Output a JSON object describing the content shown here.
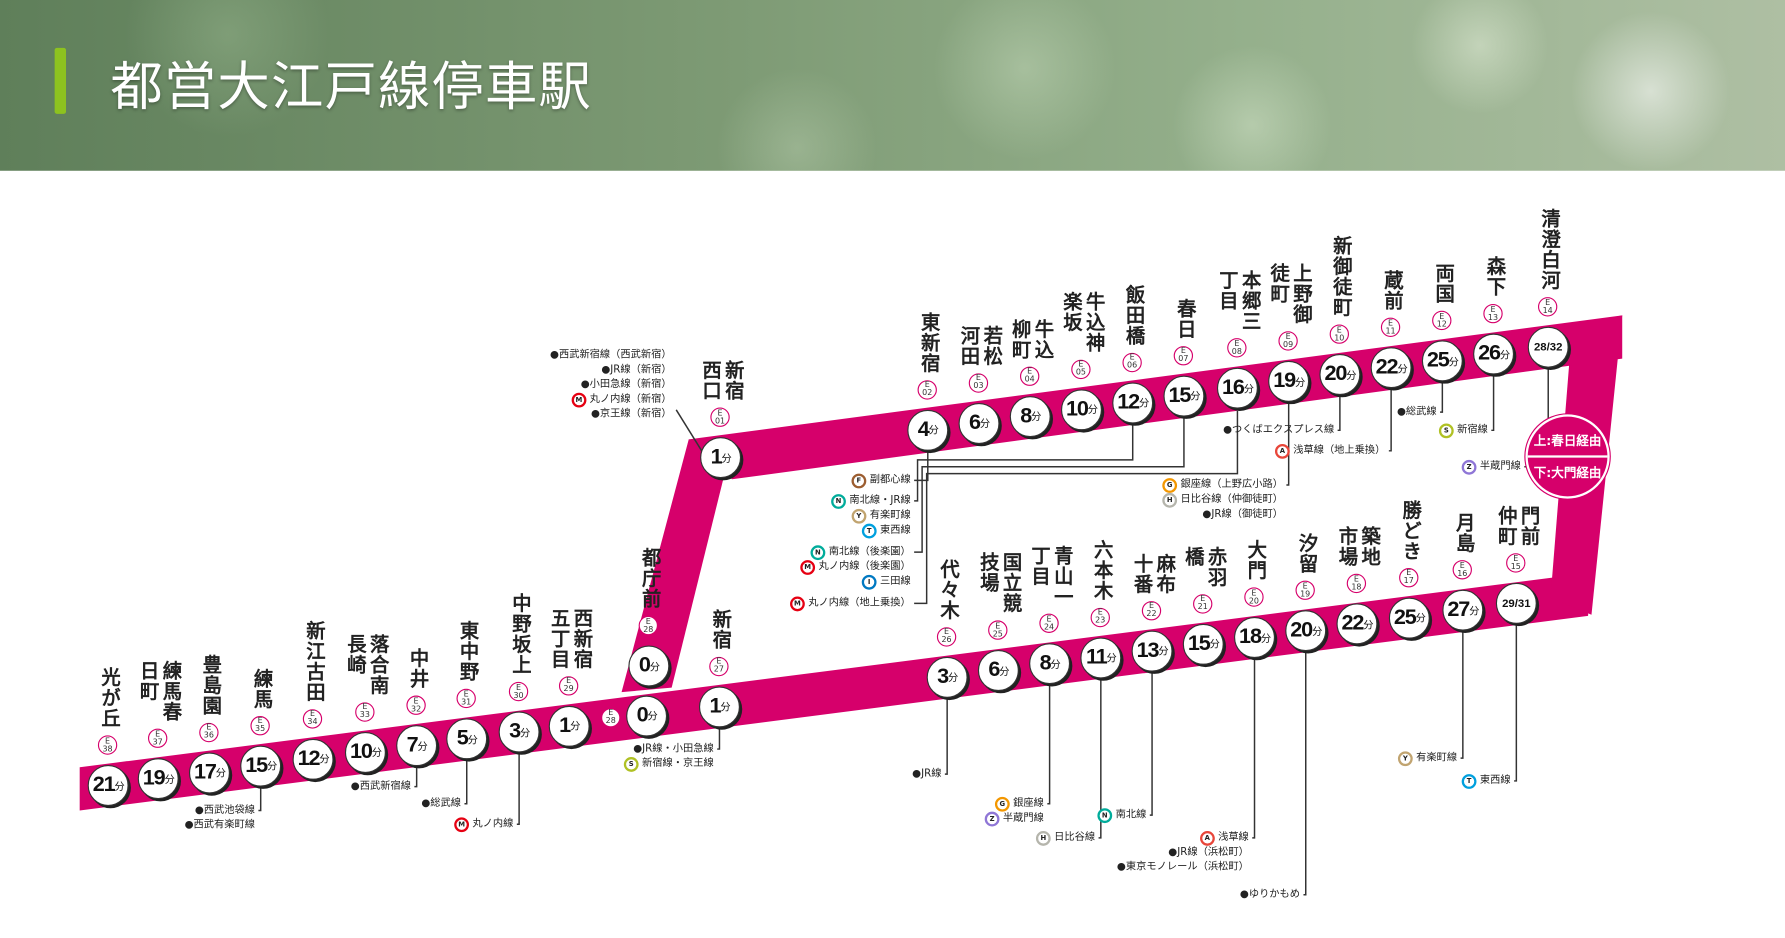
{
  "header": {
    "title": "都営大江戸線停車駅"
  },
  "colors": {
    "line": "#d6006b",
    "accent_bar": "#8dc21f"
  },
  "legend": {
    "upper": "上:春日経由",
    "lower": "下:大門経由"
  },
  "minute_unit": "分",
  "line_colors": {
    "M": "#e60012",
    "F": "#9c5e31",
    "Y": "#c1a470",
    "T": "#00a0de",
    "N": "#00ac9b",
    "I": "#0079c2",
    "G": "#f39700",
    "H": "#b5b5ac",
    "A": "#e8463a",
    "S": "#b0c124",
    "Z": "#8f76d6"
  },
  "stations": {
    "top": [
      {
        "name": "新宿西口",
        "code": "E 01",
        "minutes": "1",
        "transfers": [
          {
            "label": "西武新宿線（西武新宿）"
          },
          {
            "label": "JR線（新宿）"
          },
          {
            "label": "小田急線（新宿）"
          },
          {
            "badge": "M",
            "label": "丸ノ内線（新宿）"
          },
          {
            "label": "京王線（新宿）"
          }
        ]
      },
      {
        "name": "東新宿",
        "code": "E 02",
        "minutes": "4",
        "transfers": [
          {
            "badge": "F",
            "label": "副都心線"
          }
        ]
      },
      {
        "name": "若松河田",
        "code": "E 03",
        "minutes": "6",
        "transfers": []
      },
      {
        "name": "牛込柳町",
        "code": "E 04",
        "minutes": "8",
        "transfers": []
      },
      {
        "name": "牛込神楽坂",
        "code": "E 05",
        "minutes": "10",
        "transfers": []
      },
      {
        "name": "飯田橋",
        "code": "E 06",
        "minutes": "12",
        "transfers": [
          {
            "badge": "N",
            "label": "南北線・JR線"
          },
          {
            "badge": "Y",
            "label": "有楽町線"
          },
          {
            "badge": "T",
            "label": "東西線"
          }
        ]
      },
      {
        "name": "春日",
        "code": "E 07",
        "minutes": "15",
        "transfers": [
          {
            "badge": "N",
            "label": "南北線（後楽園）"
          },
          {
            "badge": "M",
            "label": "丸ノ内線（後楽園）"
          },
          {
            "badge": "I",
            "label": "三田線"
          }
        ]
      },
      {
        "name": "本郷三丁目",
        "code": "E 08",
        "minutes": "16",
        "transfers": [
          {
            "badge": "M",
            "label": "丸ノ内線（地上乗換）"
          }
        ]
      },
      {
        "name": "上野御徒町",
        "code": "E 09",
        "minutes": "19",
        "transfers": [
          {
            "badge": "G",
            "label": "銀座線（上野広小路）"
          },
          {
            "badge": "H",
            "label": "日比谷線（仲御徒町）"
          },
          {
            "label": "JR線（御徒町）"
          }
        ]
      },
      {
        "name": "新御徒町",
        "code": "E 10",
        "minutes": "20",
        "transfers": [
          {
            "label": "つくばエクスプレス線"
          }
        ]
      },
      {
        "name": "蔵前",
        "code": "E 11",
        "minutes": "22",
        "transfers": [
          {
            "badge": "A",
            "label": "浅草線（地上乗換）"
          }
        ]
      },
      {
        "name": "両国",
        "code": "E 12",
        "minutes": "25",
        "transfers": [
          {
            "label": "総武線"
          }
        ]
      },
      {
        "name": "森下",
        "code": "E 13",
        "minutes": "26",
        "transfers": [
          {
            "badge": "S",
            "label": "新宿線"
          }
        ]
      },
      {
        "name": "清澄白河",
        "code": "E 14",
        "minutes": "28/32",
        "transfers": [
          {
            "badge": "Z",
            "label": "半蔵門線"
          }
        ]
      }
    ],
    "shuttle": {
      "name": "都庁前",
      "code": "E 28",
      "minutes": "0"
    },
    "bottom": [
      {
        "name": "光が丘",
        "code": "E 38",
        "minutes": "21",
        "transfers": []
      },
      {
        "name": "練馬春日町",
        "code": "E 37",
        "minutes": "19",
        "transfers": []
      },
      {
        "name": "豊島園",
        "code": "E 36",
        "minutes": "17",
        "transfers": []
      },
      {
        "name": "練馬",
        "code": "E 35",
        "minutes": "15",
        "transfers": [
          {
            "label": "西武池袋線"
          },
          {
            "label": "西武有楽町線"
          }
        ]
      },
      {
        "name": "新江古田",
        "code": "E 34",
        "minutes": "12",
        "transfers": []
      },
      {
        "name": "落合南長崎",
        "code": "E 33",
        "minutes": "10",
        "transfers": []
      },
      {
        "name": "中井",
        "code": "E 32",
        "minutes": "7",
        "transfers": [
          {
            "label": "西武新宿線"
          }
        ]
      },
      {
        "name": "東中野",
        "code": "E 31",
        "minutes": "5",
        "transfers": [
          {
            "label": "総武線"
          }
        ]
      },
      {
        "name": "中野坂上",
        "code": "E 30",
        "minutes": "3",
        "transfers": [
          {
            "badge": "M",
            "label": "丸ノ内線"
          }
        ]
      },
      {
        "name": "西新宿五丁目",
        "code": "E 29",
        "minutes": "1",
        "transfers": []
      },
      {
        "name": "都庁前",
        "code": "E 28",
        "minutes": "0",
        "transfers": []
      },
      {
        "name": "新宿",
        "code": "E 27",
        "minutes": "1",
        "transfers": [
          {
            "label": "JR線・小田急線"
          },
          {
            "badge": "S",
            "label": "新宿線・京王線"
          }
        ]
      },
      {
        "name": "代々木",
        "code": "E 26",
        "minutes": "3",
        "transfers": [
          {
            "label": "JR線"
          }
        ]
      },
      {
        "name": "国立競技場",
        "code": "E 25",
        "minutes": "6",
        "transfers": []
      },
      {
        "name": "青山一丁目",
        "code": "E 24",
        "minutes": "8",
        "transfers": [
          {
            "badge": "G",
            "label": "銀座線"
          },
          {
            "badge": "Z",
            "label": "半蔵門線"
          }
        ]
      },
      {
        "name": "六本木",
        "code": "E 23",
        "minutes": "11",
        "transfers": [
          {
            "badge": "H",
            "label": "日比谷線"
          }
        ]
      },
      {
        "name": "麻布十番",
        "code": "E 22",
        "minutes": "13",
        "transfers": [
          {
            "badge": "N",
            "label": "南北線"
          }
        ]
      },
      {
        "name": "赤羽橋",
        "code": "E 21",
        "minutes": "15",
        "transfers": []
      },
      {
        "name": "大門",
        "code": "E 20",
        "minutes": "18",
        "transfers": [
          {
            "badge": "A",
            "label": "浅草線"
          },
          {
            "label": "JR線（浜松町）"
          },
          {
            "label": "東京モノレール（浜松町）"
          }
        ]
      },
      {
        "name": "汐留",
        "code": "E 19",
        "minutes": "20",
        "transfers": [
          {
            "label": "ゆりかもめ"
          }
        ]
      },
      {
        "name": "築地市場",
        "code": "E 18",
        "minutes": "22",
        "transfers": []
      },
      {
        "name": "勝どき",
        "code": "E 17",
        "minutes": "25",
        "transfers": []
      },
      {
        "name": "月島",
        "code": "E 16",
        "minutes": "27",
        "transfers": [
          {
            "badge": "Y",
            "label": "有楽町線"
          }
        ]
      },
      {
        "name": "門前仲町",
        "code": "E 15",
        "minutes": "29/31",
        "transfers": [
          {
            "badge": "T",
            "label": "東西線"
          }
        ]
      }
    ]
  }
}
